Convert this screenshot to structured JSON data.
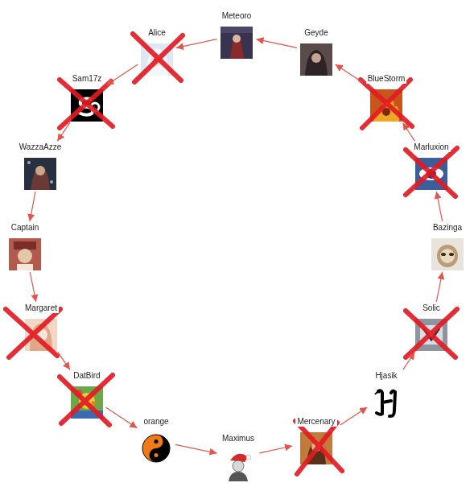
{
  "diagram": {
    "nodes": [
      {
        "text": [
          "Meteoro"
        ]
      },
      {
        "text": [
          "Alice"
        ]
      },
      {
        "text": [
          "Sam17z"
        ]
      },
      {
        "text": [
          "WazzaAzze"
        ]
      },
      {
        "text": [
          "Captain"
        ]
      },
      {
        "text": [
          "Margaret"
        ]
      },
      {
        "text": [
          "DatBird"
        ]
      },
      {
        "text": [
          "orange"
        ]
      },
      {
        "text": [
          "Maximus"
        ]
      },
      {
        "text": [
          "Mercenary"
        ]
      },
      {
        "text": [
          "Hjasik"
        ]
      },
      {
        "text": [
          "Solic"
        ]
      },
      {
        "text": [
          "Bazinga"
        ]
      },
      {
        "text": [
          "Marluxion"
        ]
      },
      {
        "text": [
          "BlueStorm"
        ]
      },
      {
        "text": [
          "Geyde"
        ]
      }
    ],
    "edges": [
      {
        "from": 0,
        "to": 1,
        "arrow": "to"
      },
      {
        "from": 1,
        "to": 2,
        "arrow": "to"
      },
      {
        "from": 2,
        "to": 3,
        "arrow": "to"
      },
      {
        "from": 3,
        "to": 4,
        "arrow": "to"
      },
      {
        "from": 4,
        "to": 5,
        "arrow": "to"
      },
      {
        "from": 5,
        "to": 6,
        "arrow": "to"
      },
      {
        "from": 6,
        "to": 7,
        "arrow": "to"
      },
      {
        "from": 7,
        "to": 8,
        "arrow": "to"
      },
      {
        "from": 8,
        "to": 9,
        "arrow": "to"
      },
      {
        "from": 9,
        "to": 10,
        "arrow": "to"
      },
      {
        "from": 10,
        "to": 11,
        "arrow": "to"
      },
      {
        "from": 11,
        "to": 12,
        "arrow": "to"
      },
      {
        "from": 12,
        "to": 13,
        "arrow": "to"
      },
      {
        "from": 13,
        "to": 14,
        "arrow": "to"
      },
      {
        "from": 14,
        "to": 15,
        "arrow": "to"
      },
      {
        "from": 15,
        "to": 0,
        "arrow": "to"
      }
    ]
  }
}
